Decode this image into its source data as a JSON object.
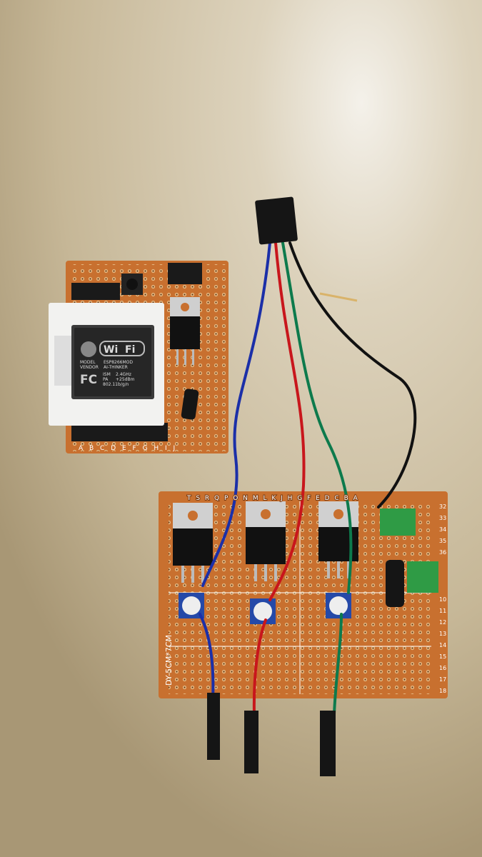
{
  "module": {
    "wifi_label": "Wi",
    "wifi_label2": "Fi",
    "model_label": "MODEL",
    "model_value": "ESP8266MOD",
    "vendor_label": "VENDOR",
    "vendor_value": "AI-THINKER",
    "fcc_logo": "FC",
    "ism_label": "ISM",
    "ism_value": "2.4GHz",
    "pa_label": "PA",
    "pa_value": "+25dBm",
    "standard": "802.11b/g/n"
  },
  "small_board": {
    "column_letters": "A B C D E F G H I J"
  },
  "large_board": {
    "size_label": "DY-5CM*7CM",
    "column_letters": "T S R Q P O N M L K J H G F E D C B A",
    "row_numbers": [
      "32",
      "33",
      "34",
      "35",
      "36",
      "10",
      "11",
      "12",
      "13",
      "14",
      "15",
      "16",
      "17",
      "18"
    ]
  },
  "colors": {
    "table": "#cbbd9f",
    "perfboard": "#c8702f",
    "wire_blue": "#1b2fa8",
    "wire_red": "#c8161c",
    "wire_green": "#0d7a4c",
    "wire_black": "#111111",
    "terminal_green": "#2f9b45"
  }
}
